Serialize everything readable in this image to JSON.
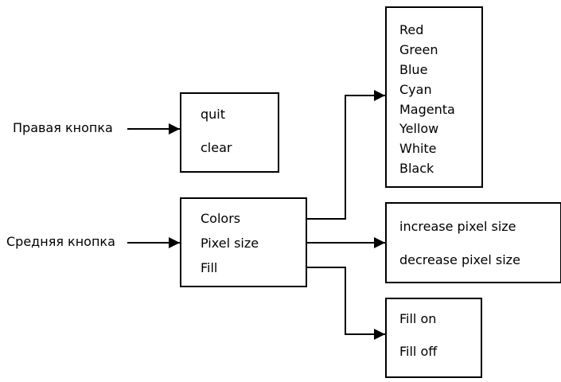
{
  "labels": {
    "right_button": "Правая кнопка",
    "middle_button": "Средняя кнопка"
  },
  "menus": {
    "right_menu": [
      "quit",
      "clear"
    ],
    "middle_menu": [
      "Colors",
      "Pixel size",
      "Fill"
    ],
    "colors_menu": [
      "Red",
      "Green",
      "Blue",
      "Cyan",
      "Magenta",
      "Yellow",
      "White",
      "Black"
    ],
    "pixel_size_menu": [
      "increase pixel size",
      "decrease pixel size"
    ],
    "fill_menu": [
      "Fill on",
      "Fill off"
    ]
  },
  "colors": {
    "stroke": "#000000",
    "background": "#ffffff"
  }
}
